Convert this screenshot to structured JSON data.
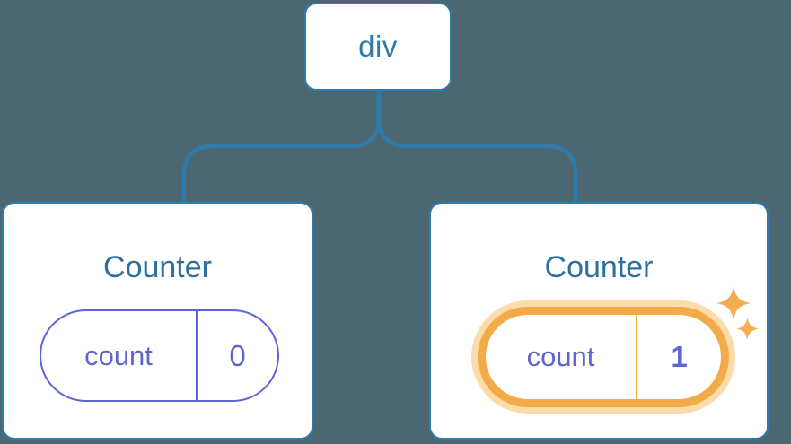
{
  "diagram": {
    "description": "Component tree: a div parent with two Counter children holding independent state",
    "root": {
      "label": "div"
    },
    "children": [
      {
        "title": "Counter",
        "state": {
          "key": "count",
          "value": "0"
        },
        "highlighted": false
      },
      {
        "title": "Counter",
        "state": {
          "key": "count",
          "value": "1"
        },
        "highlighted": true
      }
    ]
  },
  "icons": {
    "sparkle_large": "sparkle-state-updated",
    "sparkle_small": "sparkle-state-updated"
  },
  "colors": {
    "background": "#4b6872",
    "connector_blue": "#2e7bab",
    "node_text_blue": "#2e7bab",
    "card_title_blue": "#2d6f9e",
    "state_purple": "#5e65d2",
    "highlight_orange": "#f3ab49",
    "highlight_glow": "#fbdcaa",
    "card_background": "#ffffff"
  }
}
